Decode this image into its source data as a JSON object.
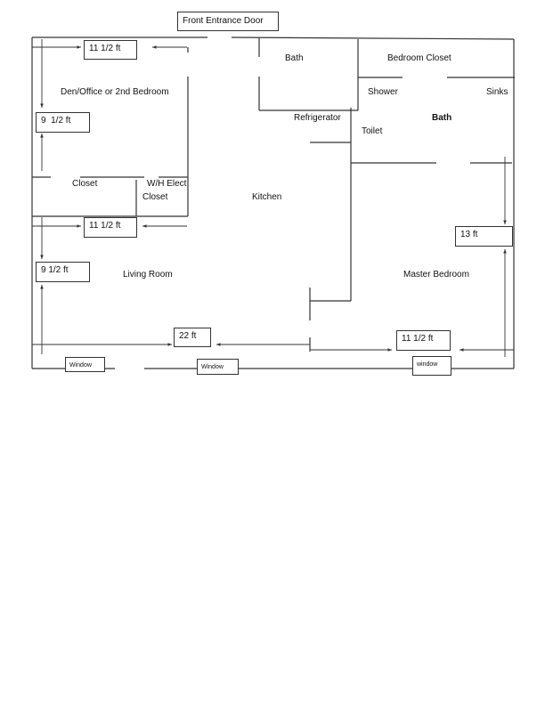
{
  "title": "Floor Plan",
  "entrance": "Front Entrance Door",
  "rooms": {
    "bath_small": "Bath",
    "bedroom_closet": "Bedroom Closet",
    "den": "Den/Office or 2nd Bedroom",
    "shower": "Shower",
    "sinks": "Sinks",
    "refrigerator": "Refrigerator",
    "bath_master": "Bath",
    "toilet": "Toilet",
    "closet": "Closet",
    "wh_elect": "W/H Elect",
    "wh_closet": "Closet",
    "kitchen": "Kitchen",
    "living_room": "Living Room",
    "master_bedroom": "Master Bedroom"
  },
  "dimensions": {
    "den_width": "11 1/2 ft",
    "den_height": "9  1/2 ft",
    "living_width": "11 1/2 ft",
    "living_height": "9 1/2 ft",
    "total_width": "22 ft",
    "master_width": "11 1/2 ft",
    "master_height": "13 ft"
  },
  "windows": [
    "Window",
    "Window",
    "window"
  ],
  "colors": {
    "line": "#333333"
  }
}
